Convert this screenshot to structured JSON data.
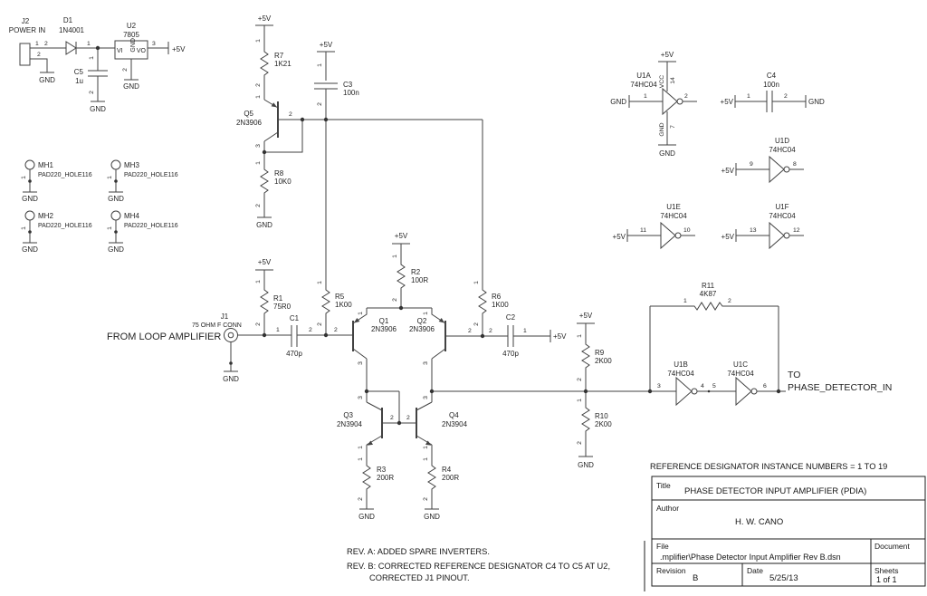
{
  "colors": {
    "line": "#424242",
    "text": "#242424",
    "background": "#ffffff"
  },
  "net": {
    "p5v": "+5V",
    "gnd": "GND",
    "vcc": "VCC"
  },
  "pins": {
    "p1": "1",
    "p2": "2",
    "p3": "3",
    "p4": "4",
    "p5": "5",
    "p6": "6",
    "p7": "7",
    "p8": "8",
    "p9": "9",
    "p10": "10",
    "p11": "11",
    "p12": "12",
    "p13": "13",
    "p14": "14"
  },
  "parts": {
    "j2": {
      "ref": "J2",
      "value": "POWER IN"
    },
    "d1": {
      "ref": "D1",
      "value": "1N4001"
    },
    "c5": {
      "ref": "C5",
      "value": "1u"
    },
    "u2": {
      "ref": "U2",
      "value": "7805",
      "vi": "VI",
      "vo": "VO",
      "gnd": "GND"
    },
    "mh1": {
      "ref": "MH1",
      "value": "PAD220_HOLE116"
    },
    "mh2": {
      "ref": "MH2",
      "value": "PAD220_HOLE116"
    },
    "mh3": {
      "ref": "MH3",
      "value": "PAD220_HOLE116"
    },
    "mh4": {
      "ref": "MH4",
      "value": "PAD220_HOLE116"
    },
    "r7": {
      "ref": "R7",
      "value": "1K21"
    },
    "q5": {
      "ref": "Q5",
      "value": "2N3906"
    },
    "r8": {
      "ref": "R8",
      "value": "10K0"
    },
    "c3": {
      "ref": "C3",
      "value": "100n"
    },
    "u1a": {
      "ref": "U1A",
      "value": "74HC04"
    },
    "c4": {
      "ref": "C4",
      "value": "100n"
    },
    "u1d": {
      "ref": "U1D",
      "value": "74HC04"
    },
    "u1e": {
      "ref": "U1E",
      "value": "74HC04"
    },
    "u1f": {
      "ref": "U1F",
      "value": "74HC04"
    },
    "j1": {
      "ref": "J1",
      "value": "75 OHM F CONN"
    },
    "r1": {
      "ref": "R1",
      "value": "75R0"
    },
    "c1": {
      "ref": "C1",
      "value": "470p"
    },
    "r5": {
      "ref": "R5",
      "value": "1K00"
    },
    "r2": {
      "ref": "R2",
      "value": "100R"
    },
    "q1": {
      "ref": "Q1",
      "value": "2N3906"
    },
    "q2": {
      "ref": "Q2",
      "value": "2N3906"
    },
    "r6": {
      "ref": "R6",
      "value": "1K00"
    },
    "c2": {
      "ref": "C2",
      "value": "470p"
    },
    "q3": {
      "ref": "Q3",
      "value": "2N3904"
    },
    "q4": {
      "ref": "Q4",
      "value": "2N3904"
    },
    "r3": {
      "ref": "R3",
      "value": "200R"
    },
    "r4": {
      "ref": "R4",
      "value": "200R"
    },
    "r9": {
      "ref": "R9",
      "value": "2K00"
    },
    "r10": {
      "ref": "R10",
      "value": "2K00"
    },
    "r11": {
      "ref": "R11",
      "value": "4K87"
    },
    "u1b": {
      "ref": "U1B",
      "value": "74HC04"
    },
    "u1c": {
      "ref": "U1C",
      "value": "74HC04"
    }
  },
  "labels": {
    "from_loop_amplifier": "FROM LOOP AMPLIFIER",
    "to_line1": "TO",
    "to_line2": "PHASE_DETECTOR_IN",
    "ref_designator_note": "REFERENCE DESIGNATOR INSTANCE NUMBERS = 1 TO 19",
    "rev_a": "REV. A:  ADDED SPARE INVERTERS.",
    "rev_b_line1": "REV. B:  CORRECTED REFERENCE DESIGNATOR C4 TO C5 AT U2,",
    "rev_b_line2": "CORRECTED J1 PINOUT."
  },
  "titleblock": {
    "title_label": "Title",
    "title": "PHASE DETECTOR INPUT AMPLIFIER (PDIA)",
    "author_label": "Author",
    "author": "H. W. CANO",
    "file_label": "File",
    "file": ".mplifier\\Phase Detector Input Amplifier Rev B.dsn",
    "document_label": "Document",
    "revision_label": "Revision",
    "revision": "B",
    "date_label": "Date",
    "date": "5/25/13",
    "sheets_label": "Sheets",
    "sheets": "1 of 1"
  }
}
